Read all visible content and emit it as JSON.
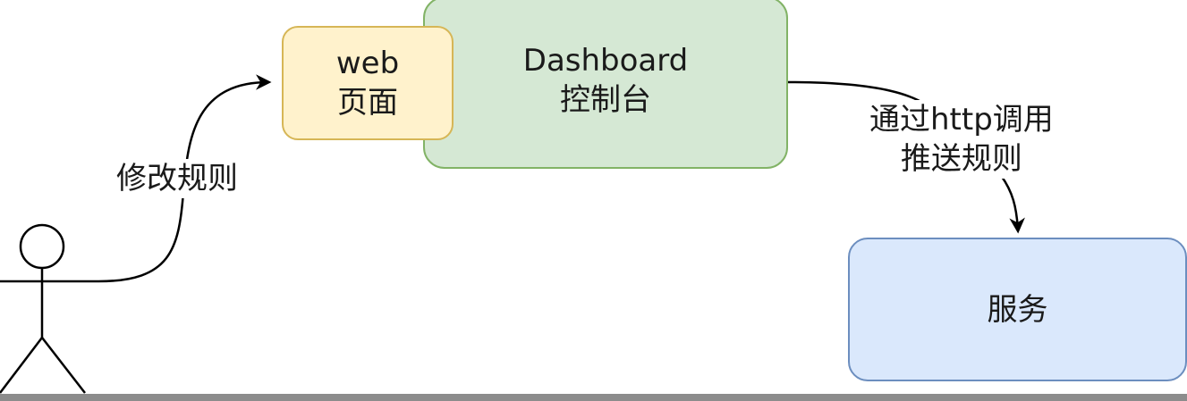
{
  "nodes": {
    "dashboard": {
      "line1": "Dashboard",
      "line2": "控制台"
    },
    "web": {
      "line1": "web",
      "line2": "页面"
    },
    "service": {
      "label": "服务"
    }
  },
  "edges": {
    "user_to_web": {
      "label": "修改规则"
    },
    "dashboard_to_service": {
      "line1": "通过http调用",
      "line2": "推送规则"
    }
  },
  "colors": {
    "dashboard_fill": "#d5e8d4",
    "dashboard_stroke": "#82b366",
    "web_fill": "#fff2cc",
    "web_stroke": "#d6b656",
    "service_fill": "#dae8fc",
    "service_stroke": "#6c8ebf",
    "line": "#000000"
  },
  "icons": {
    "actor": "stick-figure-user-icon"
  }
}
